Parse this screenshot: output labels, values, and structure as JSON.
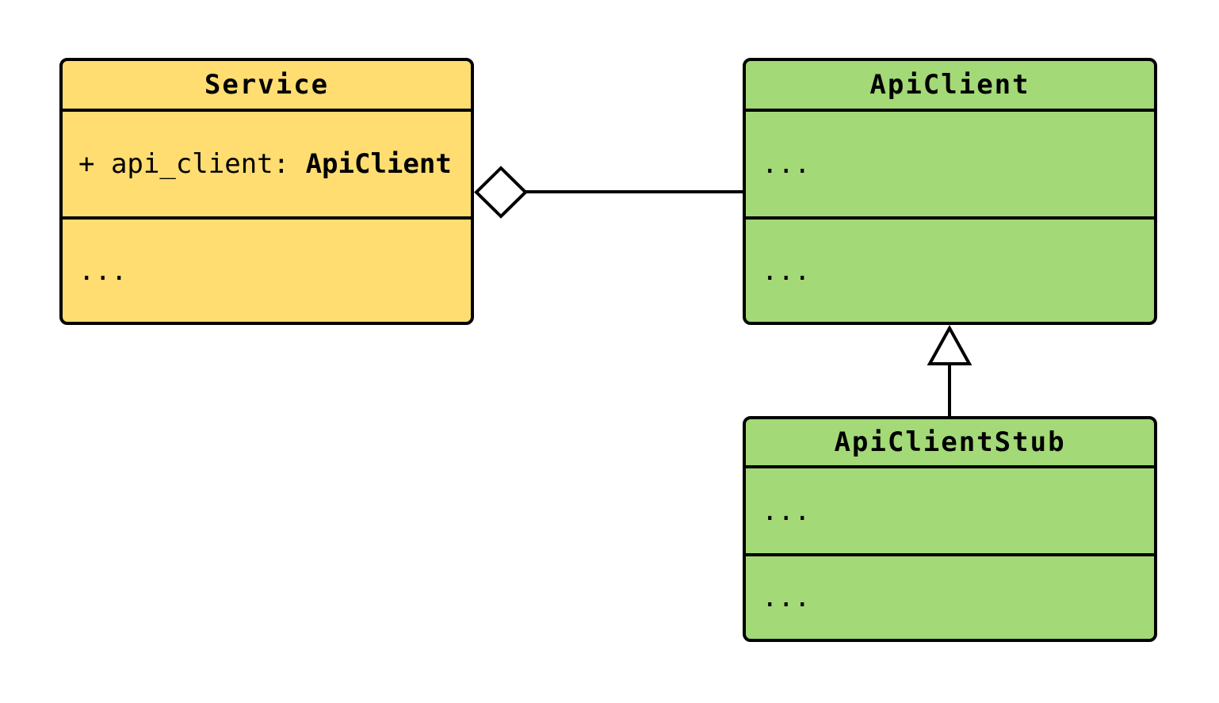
{
  "diagram": {
    "type": "uml-class-diagram",
    "background": "#FFFFFF",
    "colors": {
      "service_fill": "#FFDD70",
      "api_client_fill": "#A3D977",
      "stroke": "#000000",
      "text": "#000000"
    },
    "classes": [
      {
        "name": "Service",
        "fill": "#FFDD70",
        "attribute_prefix": "+ api_client: ",
        "attribute_type": "ApiClient",
        "methods_placeholder": "..."
      },
      {
        "name": "ApiClient",
        "fill": "#A3D977",
        "attributes_placeholder": "...",
        "methods_placeholder": "..."
      },
      {
        "name": "ApiClientStub",
        "fill": "#A3D977",
        "attributes_placeholder": "...",
        "methods_placeholder": "..."
      }
    ],
    "relationships": [
      {
        "type": "aggregation",
        "from": "Service",
        "to": "ApiClient",
        "marker": "hollow-diamond"
      },
      {
        "type": "inheritance",
        "from": "ApiClientStub",
        "to": "ApiClient",
        "marker": "hollow-triangle"
      }
    ]
  }
}
